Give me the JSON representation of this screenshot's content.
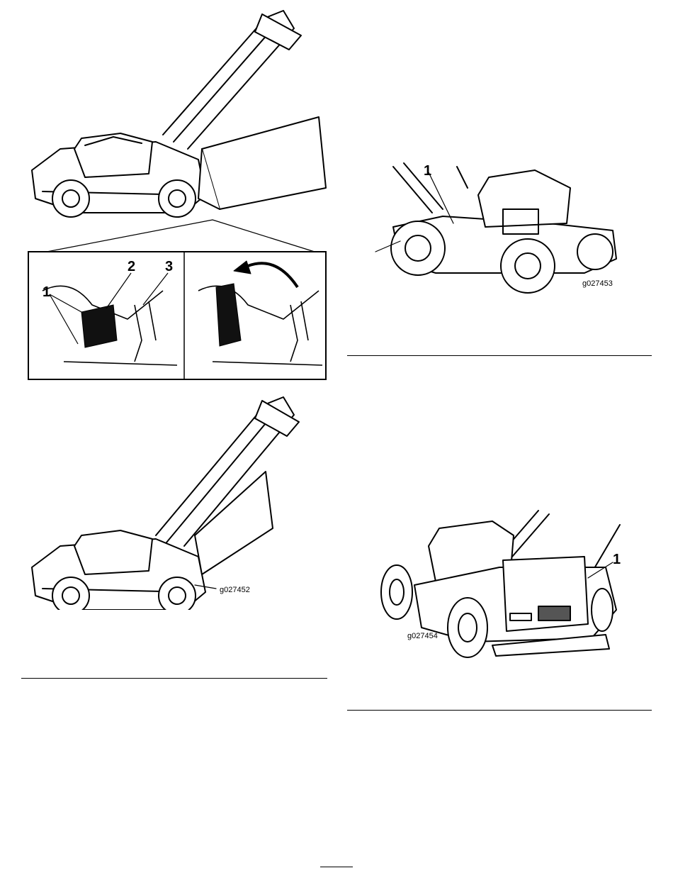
{
  "figure_a": {
    "callouts": [
      "1",
      "2",
      "3"
    ],
    "code": "g027452"
  },
  "figure_b": {
    "callouts": [
      "1"
    ],
    "code": "g027453"
  },
  "figure_c": {
    "callouts": [
      "1"
    ],
    "code": "g027454"
  }
}
